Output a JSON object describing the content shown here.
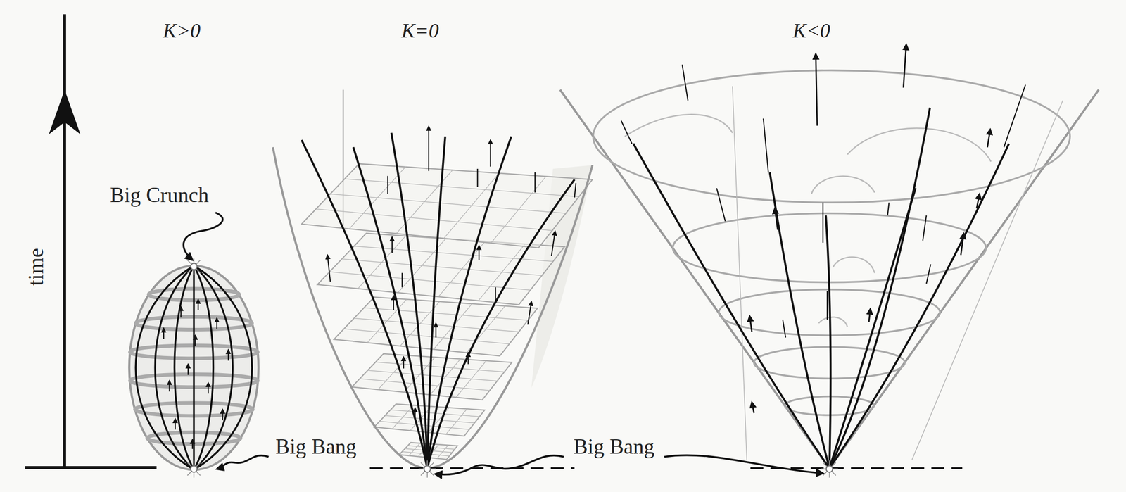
{
  "diagram": {
    "labels": [
      "K>0",
      "K=0",
      "K<0",
      "time",
      "Big Crunch",
      "Big Bang",
      "Big Bang"
    ]
  }
}
